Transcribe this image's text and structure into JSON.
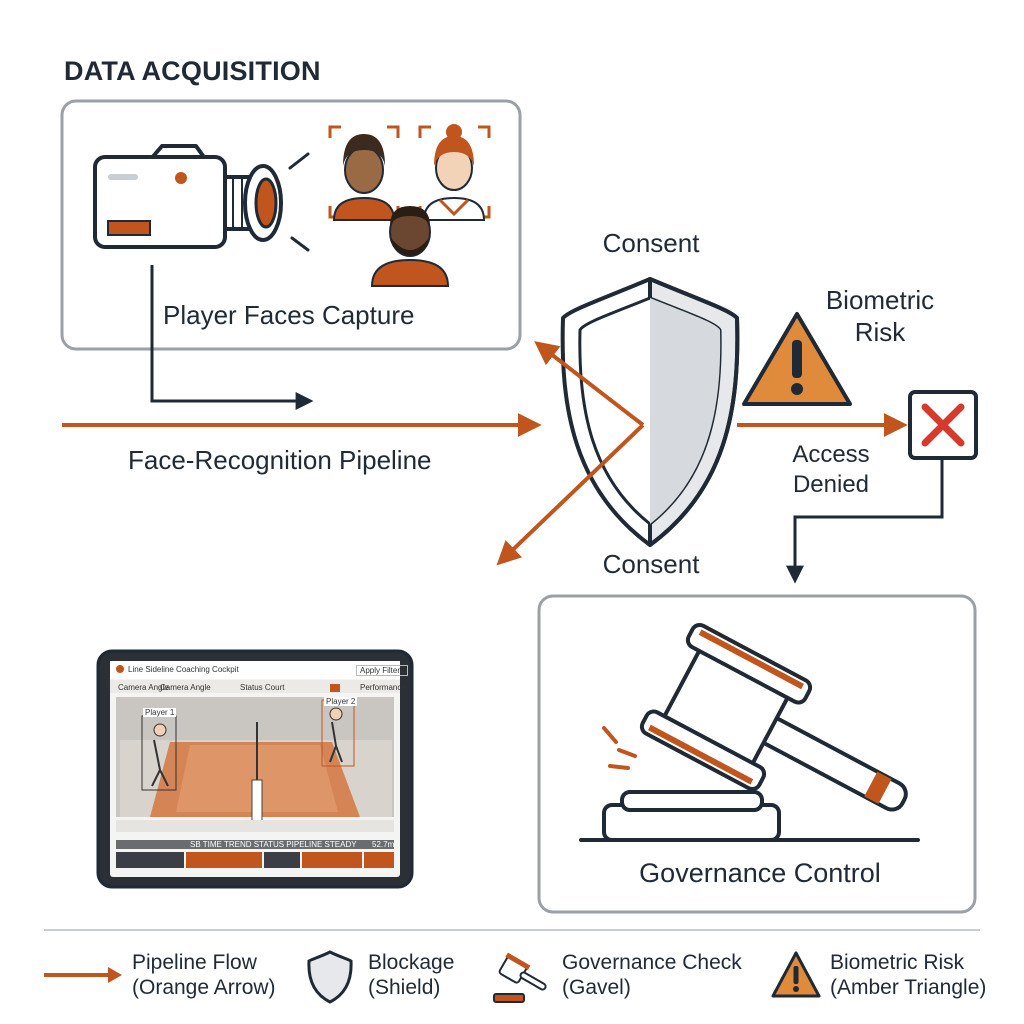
{
  "heading": "DATA ACQUISITION",
  "labels": {
    "capture": "Player Faces Capture",
    "pipeline": "Face-Recognition Pipeline",
    "consent_top": "Consent",
    "consent_bottom": "Consent",
    "biometric_risk": [
      "Biometric",
      "Risk"
    ],
    "access_denied": [
      "Access",
      "Denied"
    ],
    "governance": "Governance Control"
  },
  "tablet": {
    "title": "Line Sideline Coaching Cockpit",
    "action": "Apply Filters",
    "controls": [
      "Camera Angle",
      "Camera Angle",
      "Status Court",
      "Performance"
    ],
    "player_tags": [
      "Player 1",
      "Player 2"
    ],
    "status_line": "SB TIME TREND STATUS PIPELINE STEADY",
    "readout": "52.7m"
  },
  "legend": [
    {
      "icon": "orange-arrow",
      "lines": [
        "Pipeline Flow",
        "(Orange Arrow)"
      ]
    },
    {
      "icon": "shield",
      "lines": [
        "Blockage",
        "(Shield)"
      ]
    },
    {
      "icon": "gavel",
      "lines": [
        "Governance Check",
        "(Gavel)"
      ]
    },
    {
      "icon": "amber-triangle",
      "lines": [
        "Biometric Risk",
        "(Amber Triangle)"
      ]
    }
  ],
  "colors": {
    "orange": "#c0561d",
    "navy": "#1f2a36",
    "amber": "#e08a3c",
    "red": "#d63a2c",
    "box_border": "#9aa0a6"
  }
}
